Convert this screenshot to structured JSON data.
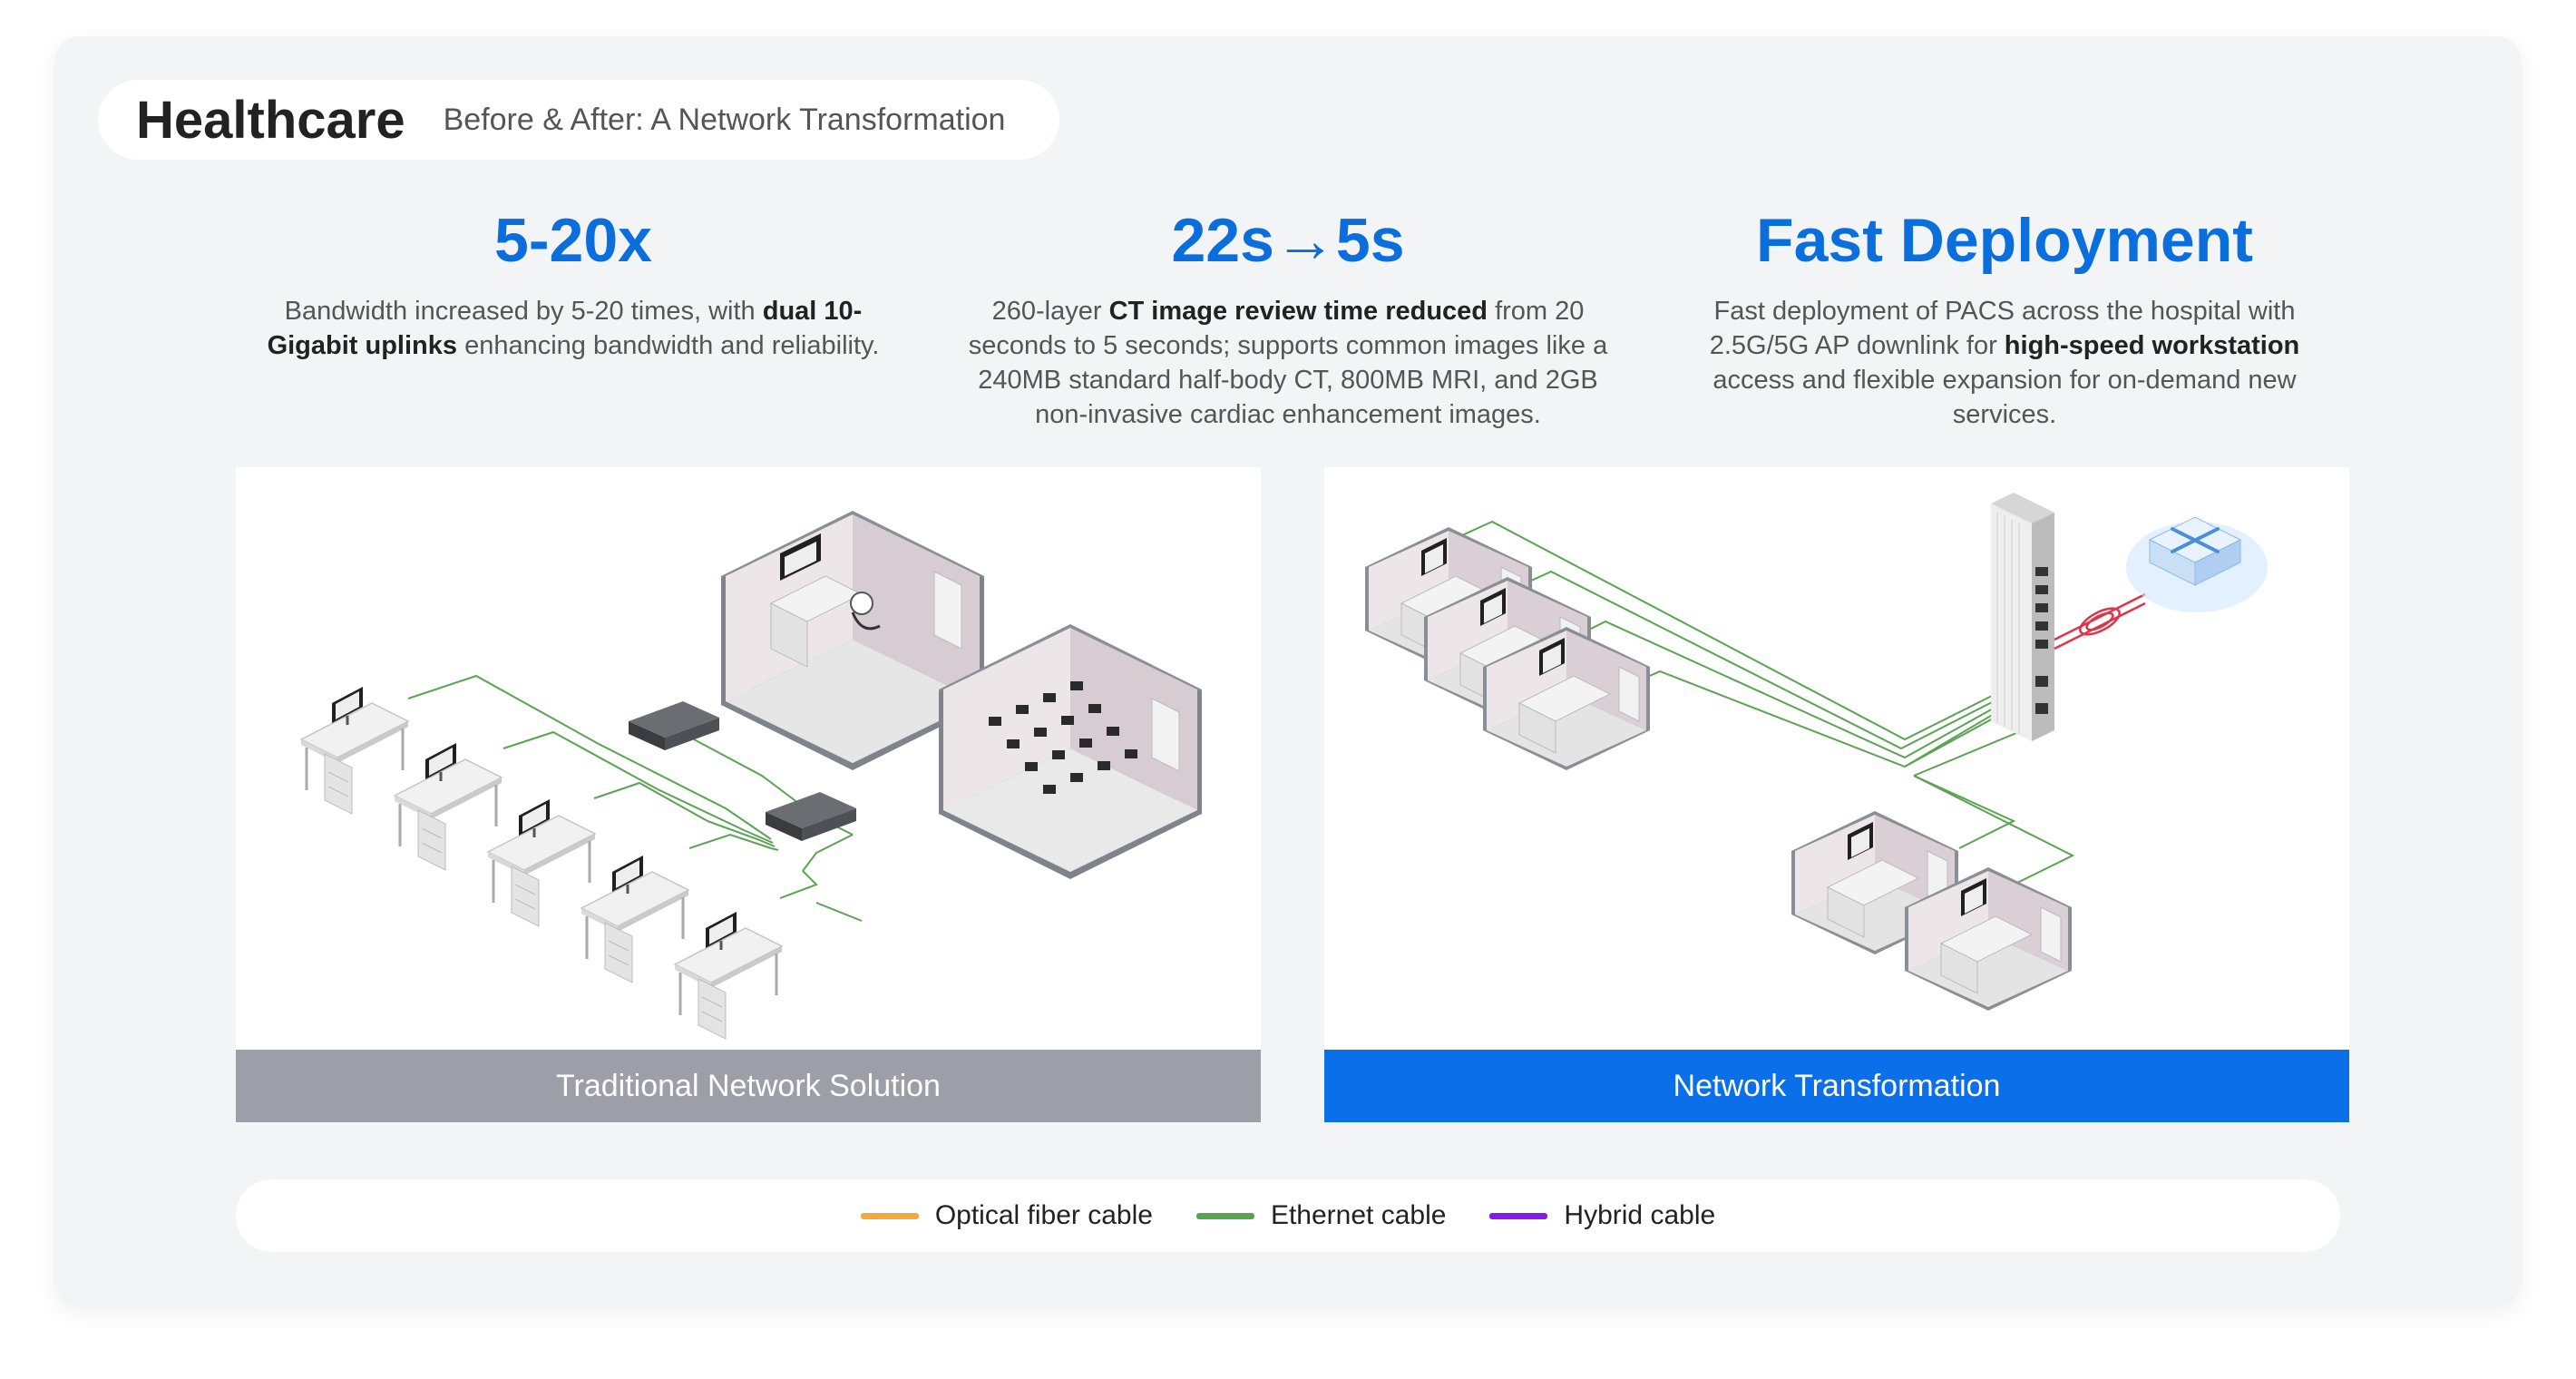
{
  "header": {
    "title": "Healthcare",
    "subtitle": "Before & After: A Network Transformation"
  },
  "stats": [
    {
      "headline": "5-20x",
      "d1": "Bandwidth increased by 5-20 times, with ",
      "d2": "dual 10-Gigabit uplinks",
      "d3": " enhancing bandwidth and reliability."
    },
    {
      "headline": "22s→5s",
      "d1": "260-layer ",
      "d2": "CT image review time reduced",
      "d3": " from 20 seconds to 5 seconds; supports common images like a 240MB standard half-body CT, 800MB MRI, and 2GB non-invasive cardiac enhancement images."
    },
    {
      "headline": "Fast Deployment",
      "d1": "Fast deployment of PACS across the hospital with 2.5G/5G AP downlink for ",
      "d2": "high-speed workstation",
      "d3": " access and flexible expansion for on-demand new services."
    }
  ],
  "panels": {
    "left": {
      "caption": "Traditional Network Solution",
      "color": "#9c9ea8"
    },
    "right": {
      "caption": "Network Transformation",
      "color": "#0a6fe8"
    }
  },
  "legend": [
    {
      "label": "Optical fiber cable",
      "color": "#f5a83a"
    },
    {
      "label": "Ethernet cable",
      "color": "#5aa352"
    },
    {
      "label": "Hybrid cable",
      "color": "#8a18e8"
    }
  ],
  "colors": {
    "accent": "#0a6fdc",
    "cable": "#5aa352",
    "fiber_red": "#e0334a"
  }
}
